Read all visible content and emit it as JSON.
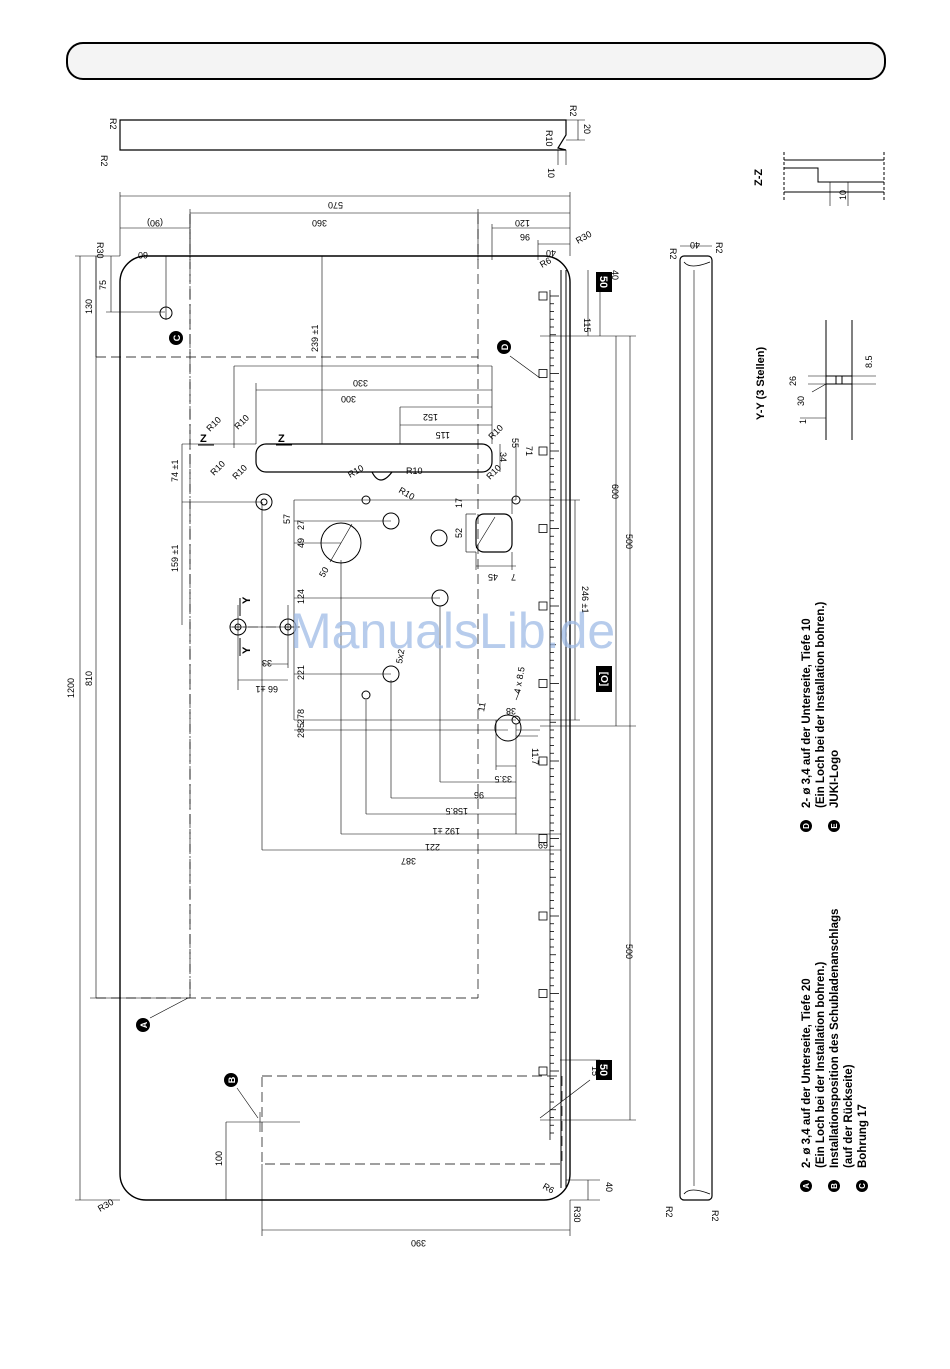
{
  "header": {
    "title": ""
  },
  "watermark": "ManualsLib.de",
  "sections": {
    "zz": "Z-Z",
    "yy": "Y-Y (3 Stellen)",
    "z": "Z",
    "y": "Y"
  },
  "markers": {
    "a": "A",
    "b": "B",
    "c": "C",
    "d": "D",
    "e": "E"
  },
  "dimensions": {
    "d1200": "1200",
    "d810": "810",
    "d130": "130",
    "d75": "75",
    "d570": "570",
    "d360": "360",
    "d90": "(90)",
    "d120": "120",
    "d96": "96",
    "d40": "40",
    "d60": "60",
    "dr30": "R30",
    "dr6": "R6",
    "dr2": "R2",
    "d20": "20",
    "d10": "10",
    "dr10": "R10",
    "d239": "239 ±1",
    "d330": "330",
    "d300": "300",
    "d152": "152",
    "d115": "115",
    "d34": "34",
    "d55": "55",
    "d71": "71",
    "d74": "74 ±1",
    "d159": "159 ±1",
    "d57": "57",
    "d27": "27",
    "d49": "49",
    "d52": "52",
    "d17": "17",
    "d45": "45",
    "d7": "7",
    "d50": "50",
    "d124": "124",
    "d5x2": "5x2",
    "d221": "221",
    "d33": "33",
    "d66": "66 ±1",
    "d278": "278",
    "d285": "285",
    "d4x85": "4 x 8.5",
    "d38": "38",
    "d11": "11",
    "d117": "11.7",
    "d335": "33.5",
    "d96b": "96",
    "d1585": "158.5",
    "d1925": "192 ±1",
    "d221b": "221",
    "d69": "69",
    "d387": "387",
    "d246": "246 ±1",
    "d600": "600",
    "d500a": "500",
    "d500b": "500",
    "d115b": "115",
    "d40b": "40",
    "d15": "15",
    "d100": "100",
    "d40c": "40",
    "d390": "390",
    "d26": "26",
    "d30": "30",
    "d85": "8.5",
    "d1": "1",
    "d10b": "10",
    "d40d": "40",
    "dr2b": "R2",
    "dr2c": "R2",
    "dr2d": "R2",
    "logo50a": "50",
    "logo50b": "50",
    "logoq": "[O]"
  },
  "legend": [
    {
      "marker": "A",
      "lines": [
        "2- ø 3,4 auf der Unterseite, Tiefe 20",
        "(Ein Loch bei der Installation bohren.)"
      ]
    },
    {
      "marker": "B",
      "lines": [
        "Installationsposition des Schubladenanschlags",
        "(auf der Rückseite)"
      ]
    },
    {
      "marker": "C",
      "lines": [
        "Bohrung 17"
      ]
    },
    {
      "marker": "D",
      "lines": [
        "2- ø 3,4 auf der Unterseite, Tiefe 10",
        "(Ein Loch bei der Installation bohren.)"
      ]
    },
    {
      "marker": "E",
      "lines": [
        "JUKI-Logo"
      ]
    }
  ]
}
